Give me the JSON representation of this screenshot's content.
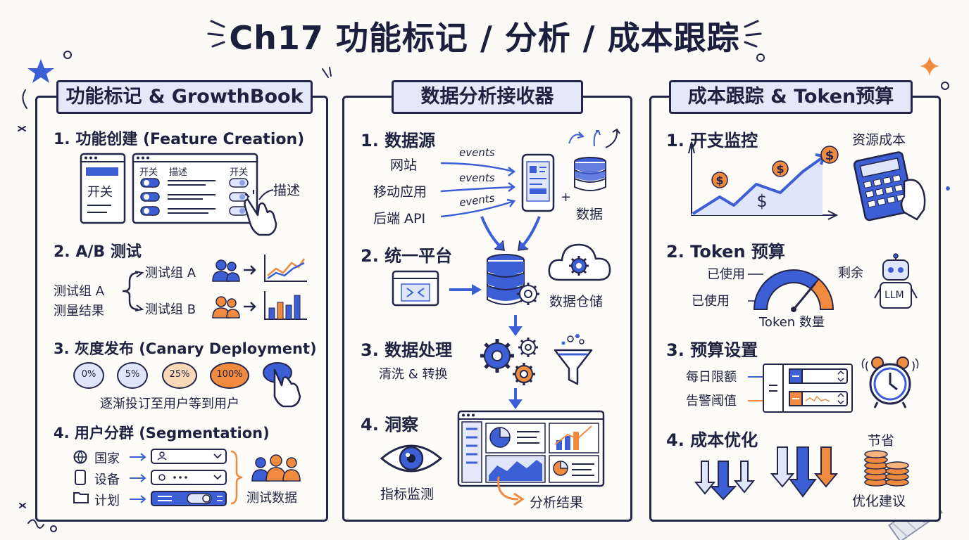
{
  "title": "Ch17 功能标记 / 分析 / 成本跟踪",
  "colors": {
    "ink": "#23264a",
    "blue": "#3d5fd6",
    "orange": "#f08a3e",
    "light_blue": "#dfe5fa",
    "light_orange": "#fbd8b8"
  },
  "panel1": {
    "title": "功能标记 & GrowthBook",
    "s1": {
      "heading": "1. 功能创建 (Feature Creation)",
      "toggle_label": "开关",
      "col_toggle_left": "开关",
      "col_desc": "描述",
      "col_toggle_right": "开关",
      "callout": "描述"
    },
    "s2": {
      "heading": "2. A/B 测试",
      "left_line1": "测试组 A",
      "left_line2": "测量结果",
      "group_a": "测试组 A",
      "group_b": "测试组 B"
    },
    "s3": {
      "heading": "3. 灰度发布 (Canary Deployment)",
      "steps": [
        "0%",
        "5%",
        "25%",
        "100%"
      ],
      "caption": "逐渐投订至用户等到用户"
    },
    "s4": {
      "heading": "4. 用户分群 (Segmentation)",
      "rows": [
        {
          "label": "国家",
          "icon": "globe-icon",
          "field": "user-icon"
        },
        {
          "label": "设备",
          "icon": "phone-icon",
          "field": "gear-icon"
        },
        {
          "label": "计划",
          "icon": "folder-icon",
          "field": "toggle"
        }
      ],
      "result": "测试数据"
    }
  },
  "panel2": {
    "title": "数据分析接收器",
    "s1": {
      "heading": "1. 数据源",
      "sources": [
        "网站",
        "移动应用",
        "后端 API"
      ],
      "event_label": "events",
      "data_label": "数据"
    },
    "s2": {
      "heading": "2. 统一平台",
      "warehouse": "数据仓储"
    },
    "s3": {
      "heading": "3. 数据处理",
      "sub": "清洗 & 转换"
    },
    "s4": {
      "heading": "4. 洞察",
      "monitor": "指标监测",
      "result": "分析结果"
    }
  },
  "panel3": {
    "title": "成本跟踪 & Token预算",
    "s1": {
      "heading": "1. 开支监控",
      "resource": "资源成本"
    },
    "s2": {
      "heading": "2. Token 预算",
      "used_top": "已使用",
      "used_bottom": "已使用",
      "remaining": "剩余",
      "gauge_caption": "Token 数量",
      "robot_label": "LLM",
      "used_fraction": 0.72
    },
    "s3": {
      "heading": "3. 预算设置",
      "daily_limit": "每日限额",
      "alert_threshold": "告警阈值"
    },
    "s4": {
      "heading": "4. 成本优化",
      "save": "节省",
      "suggest": "优化建议"
    }
  }
}
